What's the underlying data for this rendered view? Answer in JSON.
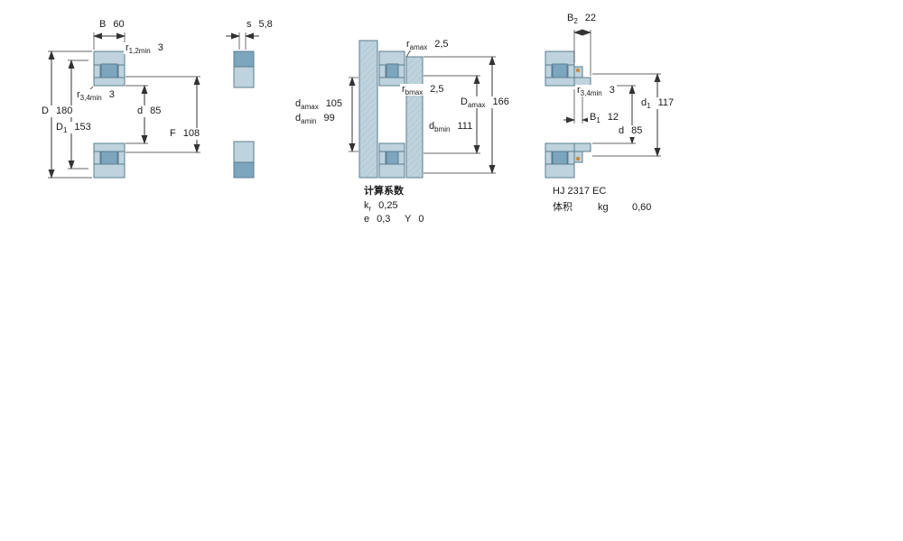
{
  "colors": {
    "background": "#ffffff",
    "section_light": "#bed3dd",
    "section_dark": "#7ca6be",
    "outline": "#5a7d90",
    "dim_line": "#333333",
    "accent_dot": "#c68a3f",
    "text": "#1a1a1a"
  },
  "v1": {
    "B": {
      "sym": "B",
      "sub": "",
      "val": "60"
    },
    "r12": {
      "sym": "r",
      "sub": "1,2min",
      "val": "3"
    },
    "r34": {
      "sym": "r",
      "sub": "3,4min",
      "val": "3"
    },
    "D": {
      "sym": "D",
      "sub": "",
      "val": "180"
    },
    "D1": {
      "sym": "D",
      "sub": "1",
      "val": "153"
    },
    "d": {
      "sym": "d",
      "sub": "",
      "val": "85"
    },
    "F": {
      "sym": "F",
      "sub": "",
      "val": "108"
    }
  },
  "v2": {
    "s": {
      "sym": "s",
      "sub": "",
      "val": "5,8"
    }
  },
  "v3": {
    "ramax": {
      "sym": "r",
      "sub": "amax",
      "val": "2,5"
    },
    "rbmax": {
      "sym": "r",
      "sub": "bmax",
      "val": "2,5"
    },
    "damax": {
      "sym": "d",
      "sub": "amax",
      "val": "105"
    },
    "damin": {
      "sym": "d",
      "sub": "amin",
      "val": "99"
    },
    "Damax": {
      "sym": "D",
      "sub": "amax",
      "val": "166"
    },
    "dbmin": {
      "sym": "d",
      "sub": "bmin",
      "val": "111"
    },
    "calc_heading": "计算系数",
    "kr": {
      "sym": "k",
      "sub": "r",
      "val": "0,25"
    },
    "e": {
      "sym": "e",
      "sub": "",
      "val": "0,3"
    },
    "Y": {
      "sym": "Y",
      "sub": "",
      "val": "0"
    }
  },
  "v4": {
    "B2": {
      "sym": "B",
      "sub": "2",
      "val": "22"
    },
    "r34": {
      "sym": "r",
      "sub": "3,4min",
      "val": "3"
    },
    "d1": {
      "sym": "d",
      "sub": "1",
      "val": "117"
    },
    "B1": {
      "sym": "B",
      "sub": "1",
      "val": "12"
    },
    "d": {
      "sym": "d",
      "sub": "",
      "val": "85"
    },
    "designation": "HJ 2317 EC",
    "volume_label": "体积",
    "volume_unit": "kg",
    "volume_val": "0,60"
  }
}
